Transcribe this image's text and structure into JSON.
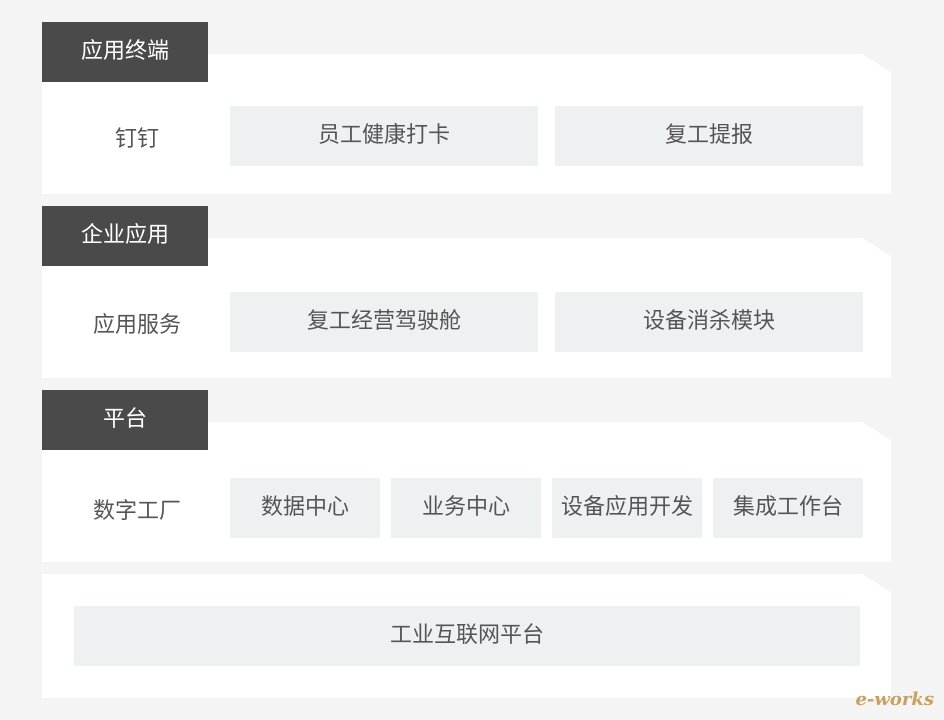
{
  "sections": [
    {
      "tab": "应用终端",
      "row_label": "钉钉",
      "items": [
        "员工健康打卡",
        "复工提报"
      ]
    },
    {
      "tab": "企业应用",
      "row_label": "应用服务",
      "items": [
        "复工经营驾驶舱",
        "设备消杀模块"
      ]
    },
    {
      "tab": "平台",
      "row_label": "数字工厂",
      "items": [
        "数据中心",
        "业务中心",
        "设备应用开发",
        "集成工作台"
      ]
    }
  ],
  "foundation": {
    "label": "工业互联网平台"
  },
  "watermark": "e-works"
}
